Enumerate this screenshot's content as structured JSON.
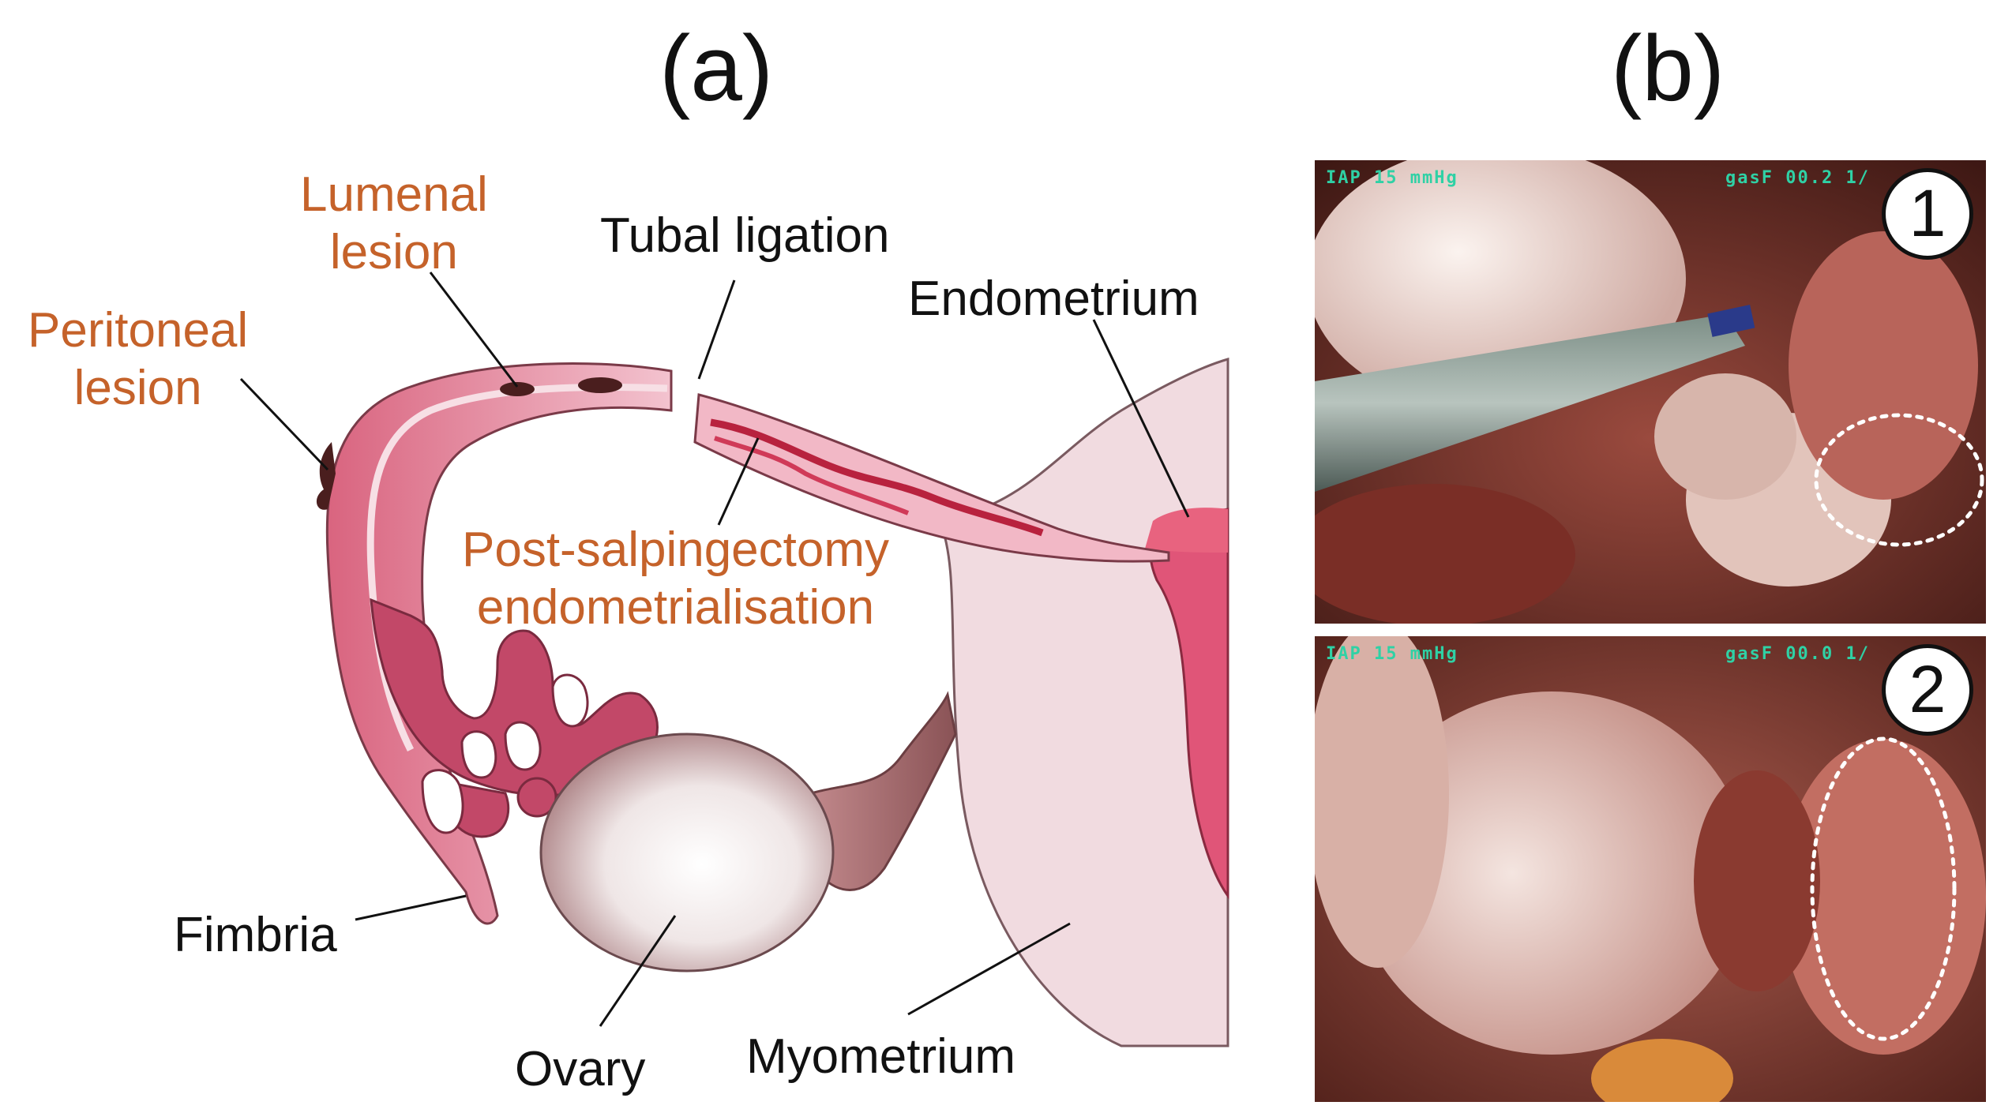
{
  "panels": {
    "a": {
      "label": "(a)"
    },
    "b": {
      "label": "(b)"
    }
  },
  "labels": {
    "lumenal_lesion": [
      "Lumenal",
      "lesion"
    ],
    "peritoneal_lesion": [
      "Peritoneal",
      "lesion"
    ],
    "tubal_ligation": "Tubal ligation",
    "endometrium": "Endometrium",
    "post_salpingectomy": [
      "Post-salpingectomy",
      "endometrialisation"
    ],
    "fimbria": "Fimbria",
    "ovary": "Ovary",
    "myometrium": "Myometrium"
  },
  "photos": [
    {
      "number": "1",
      "osd_left": "IAP  15 mmHg",
      "osd_right": "gasF 00.2 1/"
    },
    {
      "number": "2",
      "osd_left": "IAP  15 mmHg",
      "osd_right": "gasF 00.0 1/"
    }
  ],
  "colors": {
    "lesion_text": "#c5622a",
    "tube_outer": "#f4c9d3",
    "tube_lumen": "#d76a89",
    "uterus": "#f1dbe0",
    "endometrium": "#e05578",
    "ovary": "#e8dcdc"
  }
}
